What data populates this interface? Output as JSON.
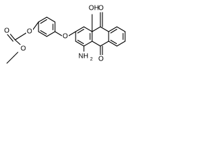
{
  "structure": {
    "atoms": {
      "o_carbonyl": "O",
      "o_ester_left": "O",
      "o_ethoxy": "O",
      "o_ether": "O",
      "oh": "OH",
      "o_ketone_top": "O",
      "o_ketone_bottom": "O",
      "amine": "NH",
      "amine_sub": "2"
    }
  },
  "colors": {
    "bond": "#000000",
    "label": "#000000",
    "background": "#ffffff"
  }
}
